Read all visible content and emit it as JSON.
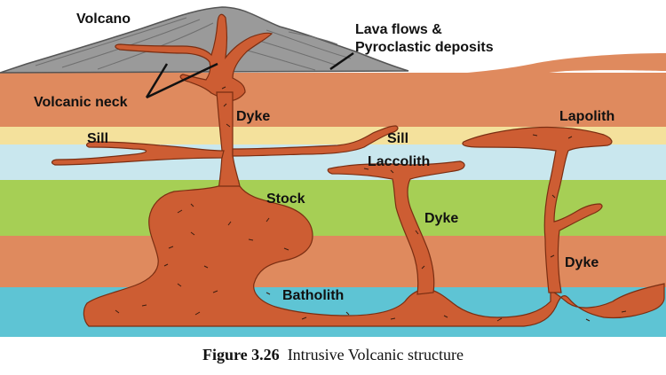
{
  "labels": {
    "volcano": "Volcano",
    "lava_line1": "Lava flows &",
    "lava_line2": "Pyroclastic deposits",
    "volcanic_neck": "Volcanic neck",
    "dyke_top": "Dyke",
    "sill_left": "Sill",
    "sill_right": "Sill",
    "lapolith": "Lapolith",
    "laccolith": "Laccolith",
    "stock": "Stock",
    "dyke_middle": "Dyke",
    "dyke_right": "Dyke",
    "batholith": "Batholith"
  },
  "caption": {
    "number": "Figure 3.26",
    "text": "Intrusive Volcanic structure"
  },
  "colors": {
    "volcano_grey": "#9a9a9a",
    "rock_orange": "#df8a5e",
    "layer_yellow": "#f4e19c",
    "layer_light_blue": "#c9e7ee",
    "layer_green": "#a6cf55",
    "layer_blue": "#5ec4d4",
    "magma": "#cd5d33"
  }
}
